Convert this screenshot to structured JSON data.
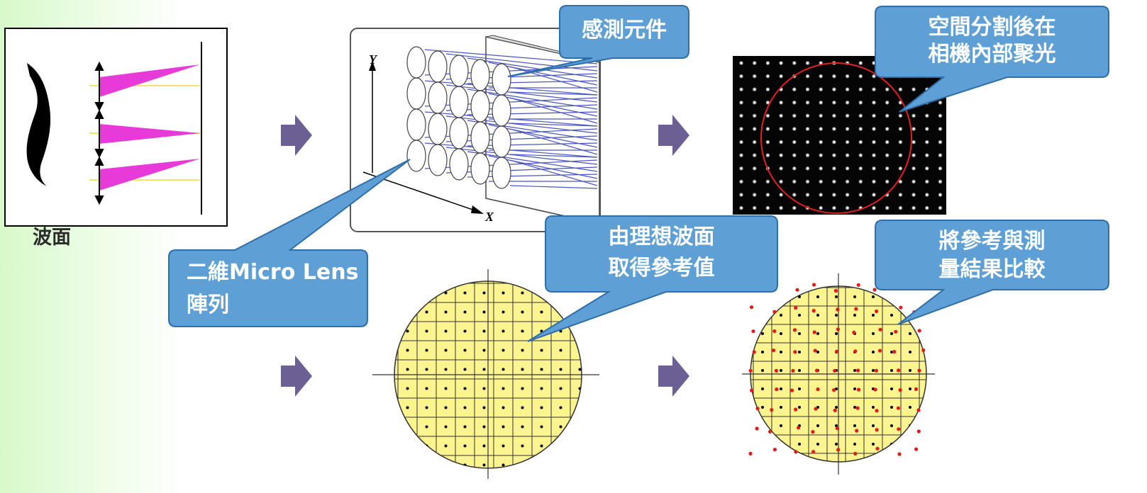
{
  "wavefront_panel": {
    "label": "波面"
  },
  "lens_panel": {
    "axis_y": "Y",
    "axis_x": "X"
  },
  "callouts": {
    "sensor": "感測元件",
    "split_focus_line1": "空間分割後在",
    "split_focus_line2": "相機內部聚光",
    "microlens_line1": "二維Micro Lens",
    "microlens_line2": "陣列",
    "reference_line1": "由理想波面",
    "reference_line2": "取得參考值",
    "compare_line1": "將參考與測",
    "compare_line2": "量結果比較"
  },
  "colors": {
    "callout_fill": "#5e9fd5",
    "callout_border": "#2f6ea8",
    "arrow": "#6b5f94",
    "wavefront_beam": "#e83ad9",
    "grid_fill": "#fbf48f",
    "measured_dot": "#e11b1b",
    "camera_circle": "#e02020"
  },
  "icons": [
    "arrow-right-icon"
  ]
}
